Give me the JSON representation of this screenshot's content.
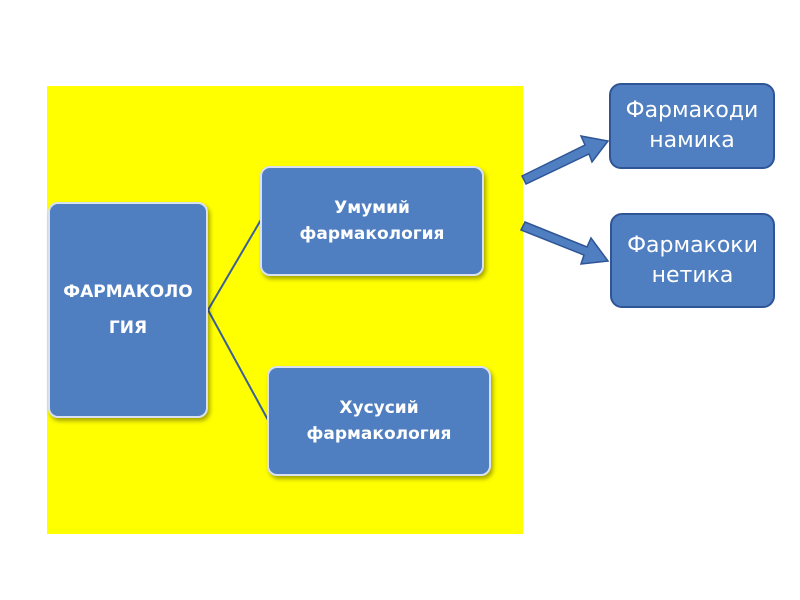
{
  "diagram": {
    "root": {
      "label": "ФАРМАКОЛОГИЯ"
    },
    "branches": [
      {
        "label": "Умумий фармакология"
      },
      {
        "label": "Хусусий фармакология"
      }
    ],
    "outcomes": [
      {
        "label": "Фармакодинамика"
      },
      {
        "label": "Фармакокинетика"
      }
    ]
  },
  "colors": {
    "panel": "#ffff00",
    "box_fill": "#4f7fc0",
    "arrow_fill": "#4f7fc0"
  }
}
